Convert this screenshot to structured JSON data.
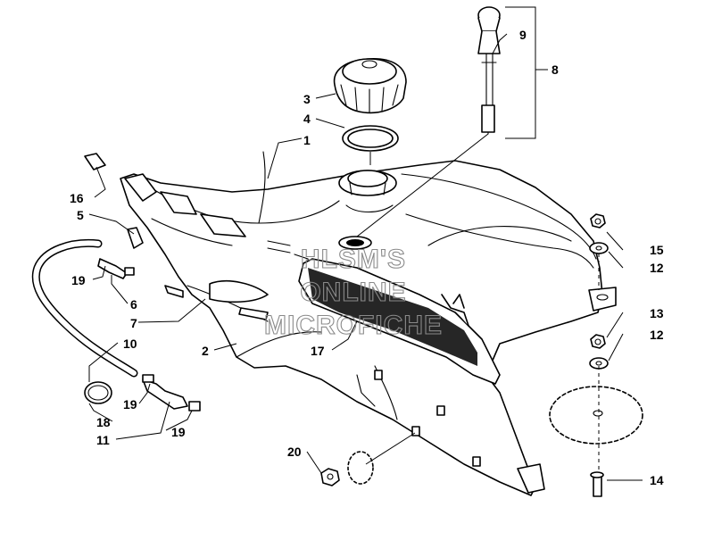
{
  "callouts": {
    "c1": "1",
    "c2": "2",
    "c3": "3",
    "c4": "4",
    "c5": "5",
    "c6": "6",
    "c7": "7",
    "c8": "8",
    "c9": "9",
    "c10": "10",
    "c11": "11",
    "c12a": "12",
    "c12b": "12",
    "c13": "13",
    "c14": "14",
    "c15": "15",
    "c16": "16",
    "c17": "17",
    "c18": "18",
    "c19a": "19",
    "c19b": "19",
    "c19c": "19",
    "c20": "20"
  },
  "watermark": {
    "line1": "HLSM'S",
    "line2": "ONLINE",
    "line3": "MICROFICHE"
  }
}
